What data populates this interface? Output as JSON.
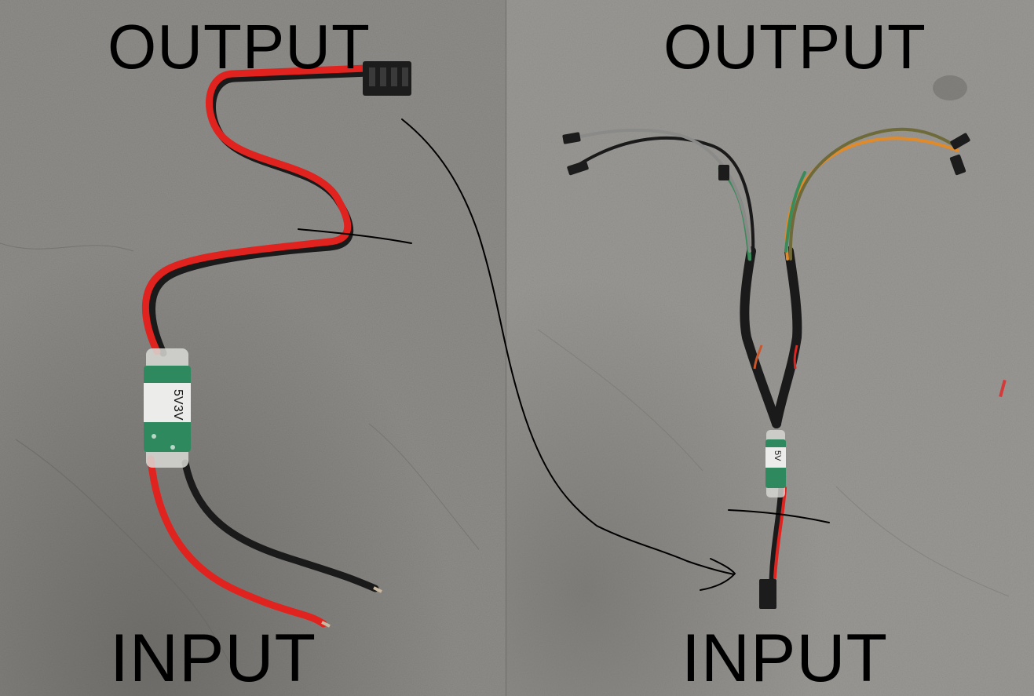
{
  "labels": {
    "left_output": "OUTPUT",
    "right_output": "OUTPUT",
    "left_input": "INPUT",
    "right_input": "INPUT"
  },
  "regulator_markings": {
    "left": [
      "5V",
      "3V"
    ],
    "right": [
      "5V"
    ]
  },
  "colors": {
    "concrete_left": "#8f8d89",
    "concrete_right": "#9a9894",
    "wire_red": "#e0231f",
    "wire_black": "#1a1a1a",
    "wire_green": "#3a8a5a",
    "wire_orange": "#e08a2a",
    "wire_gray": "#8a8a88",
    "board_green": "#2e8a5e",
    "annotation_ink": "#000000"
  }
}
